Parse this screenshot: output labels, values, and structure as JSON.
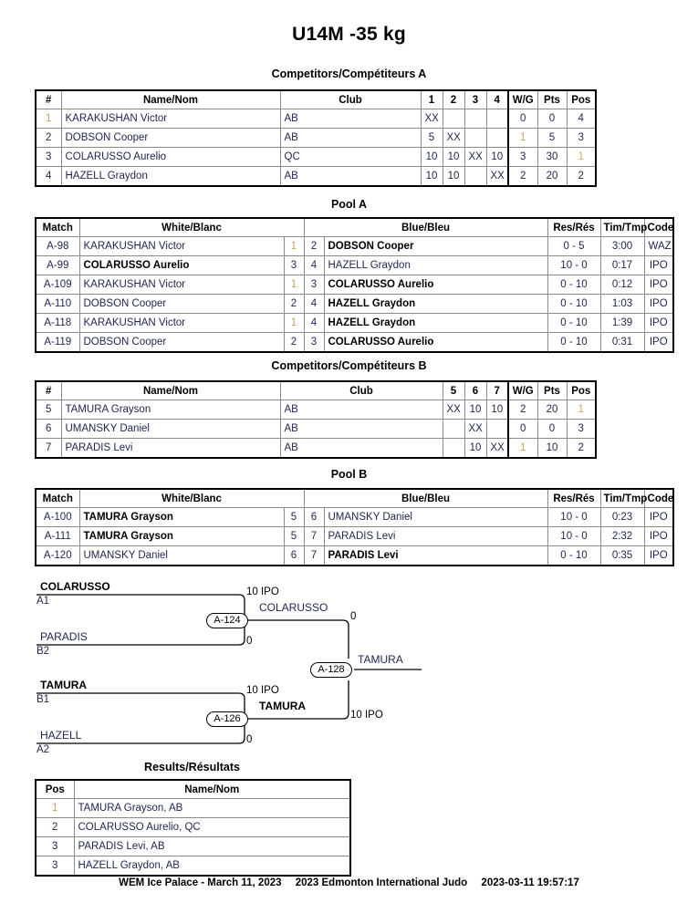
{
  "title": "U14M -35 kg",
  "sections": {
    "competitors_a_caption": "Competitors/Compétiteurs A",
    "pool_a_caption": "Pool A",
    "competitors_b_caption": "Competitors/Compétiteurs B",
    "pool_b_caption": "Pool B",
    "results_caption": "Results/Résultats"
  },
  "competitors_headers": {
    "num": "#",
    "name": "Name/Nom",
    "club": "Club",
    "wg": "W/G",
    "pts": "Pts",
    "pos": "Pos"
  },
  "competitors_a": {
    "score_columns": [
      "1",
      "2",
      "3",
      "4"
    ],
    "rows": [
      {
        "num": "1",
        "name": "KARAKUSHAN Victor",
        "club": "AB",
        "scores": [
          "XX",
          "",
          "",
          ""
        ],
        "wg": "0",
        "pts": "0",
        "pos": "4"
      },
      {
        "num": "2",
        "name": "DOBSON Cooper",
        "club": "AB",
        "scores": [
          "5",
          "XX",
          "",
          ""
        ],
        "wg": "1",
        "pts": "5",
        "pos": "3"
      },
      {
        "num": "3",
        "name": "COLARUSSO Aurelio",
        "club": "QC",
        "scores": [
          "10",
          "10",
          "XX",
          "10"
        ],
        "wg": "3",
        "pts": "30",
        "pos": "1"
      },
      {
        "num": "4",
        "name": "HAZELL Graydon",
        "club": "AB",
        "scores": [
          "10",
          "10",
          "",
          "XX"
        ],
        "wg": "2",
        "pts": "20",
        "pos": "2"
      }
    ]
  },
  "competitors_b": {
    "score_columns": [
      "5",
      "6",
      "7"
    ],
    "rows": [
      {
        "num": "5",
        "name": "TAMURA Grayson",
        "club": "AB",
        "scores": [
          "XX",
          "10",
          "10"
        ],
        "wg": "2",
        "pts": "20",
        "pos": "1"
      },
      {
        "num": "6",
        "name": "UMANSKY Daniel",
        "club": "AB",
        "scores": [
          "",
          "XX",
          ""
        ],
        "wg": "0",
        "pts": "0",
        "pos": "3"
      },
      {
        "num": "7",
        "name": "PARADIS Levi",
        "club": "AB",
        "scores": [
          "",
          "10",
          "XX"
        ],
        "wg": "1",
        "pts": "10",
        "pos": "2"
      }
    ]
  },
  "pool_headers": {
    "match": "Match",
    "white": "White/Blanc",
    "blue": "Blue/Bleu",
    "result": "Res/Rés",
    "time": "Tim/Tmp",
    "code": "Code"
  },
  "pool_a": {
    "rows": [
      {
        "match": "A-98",
        "white": "KARAKUSHAN Victor",
        "white_bold": false,
        "wnum": "1",
        "bnum": "2",
        "blue": "DOBSON Cooper",
        "blue_bold": true,
        "result": "0 - 5",
        "time": "3:00",
        "code": "WAZ"
      },
      {
        "match": "A-99",
        "white": "COLARUSSO Aurelio",
        "white_bold": true,
        "wnum": "3",
        "bnum": "4",
        "blue": "HAZELL Graydon",
        "blue_bold": false,
        "result": "10 - 0",
        "time": "0:17",
        "code": "IPO"
      },
      {
        "match": "A-109",
        "white": "KARAKUSHAN Victor",
        "white_bold": false,
        "wnum": "1",
        "bnum": "3",
        "blue": "COLARUSSO Aurelio",
        "blue_bold": true,
        "result": "0 - 10",
        "time": "0:12",
        "code": "IPO"
      },
      {
        "match": "A-110",
        "white": "DOBSON Cooper",
        "white_bold": false,
        "wnum": "2",
        "bnum": "4",
        "blue": "HAZELL Graydon",
        "blue_bold": true,
        "result": "0 - 10",
        "time": "1:03",
        "code": "IPO"
      },
      {
        "match": "A-118",
        "white": "KARAKUSHAN Victor",
        "white_bold": false,
        "wnum": "1",
        "bnum": "4",
        "blue": "HAZELL Graydon",
        "blue_bold": true,
        "result": "0 - 10",
        "time": "1:39",
        "code": "IPO"
      },
      {
        "match": "A-119",
        "white": "DOBSON Cooper",
        "white_bold": false,
        "wnum": "2",
        "bnum": "3",
        "blue": "COLARUSSO Aurelio",
        "blue_bold": true,
        "result": "0 - 10",
        "time": "0:31",
        "code": "IPO"
      }
    ]
  },
  "pool_b": {
    "rows": [
      {
        "match": "A-100",
        "white": "TAMURA Grayson",
        "white_bold": true,
        "wnum": "5",
        "bnum": "6",
        "blue": "UMANSKY Daniel",
        "blue_bold": false,
        "result": "10 - 0",
        "time": "0:23",
        "code": "IPO"
      },
      {
        "match": "A-111",
        "white": "TAMURA Grayson",
        "white_bold": true,
        "wnum": "5",
        "bnum": "7",
        "blue": "PARADIS Levi",
        "blue_bold": false,
        "result": "10 - 0",
        "time": "2:32",
        "code": "IPO"
      },
      {
        "match": "A-120",
        "white": "UMANSKY Daniel",
        "white_bold": false,
        "wnum": "6",
        "bnum": "7",
        "blue": "PARADIS Levi",
        "blue_bold": true,
        "result": "0 - 10",
        "time": "0:35",
        "code": "IPO"
      }
    ]
  },
  "bracket": {
    "semi1": {
      "top_name": "COLARUSSO",
      "top_name_bold": true,
      "top_seed": "A1",
      "top_score": "10 IPO",
      "bottom_name": "PARADIS",
      "bottom_name_bold": false,
      "bottom_seed": "B2",
      "bottom_score": "0",
      "node": "A-124",
      "winner": "COLARUSSO",
      "winner_bold": false
    },
    "semi2": {
      "top_name": "TAMURA",
      "top_name_bold": true,
      "top_seed": "B1",
      "top_score": "10 IPO",
      "bottom_name": "HAZELL",
      "bottom_name_bold": false,
      "bottom_seed": "A2",
      "bottom_score": "0",
      "node": "A-126",
      "winner": "TAMURA",
      "winner_bold": true
    },
    "final": {
      "node": "A-128",
      "top_score": "0",
      "bottom_score": "10 IPO",
      "winner": "TAMURA"
    }
  },
  "results": {
    "headers": {
      "pos": "Pos",
      "name": "Name/Nom"
    },
    "rows": [
      {
        "pos": "1",
        "name": "TAMURA Grayson, AB"
      },
      {
        "pos": "2",
        "name": "COLARUSSO Aurelio, QC"
      },
      {
        "pos": "3",
        "name": "PARADIS Levi, AB"
      },
      {
        "pos": "3",
        "name": "HAZELL Graydon, AB"
      }
    ]
  },
  "footer": {
    "venue": "WEM Ice Palace - March 11, 2023",
    "event": "2023 Edmonton International Judo",
    "timestamp": "2023-03-11 19:57:17"
  }
}
